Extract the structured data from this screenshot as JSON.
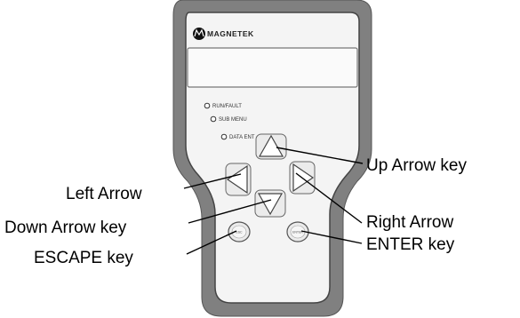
{
  "device": {
    "brand": "MAGNETEK",
    "leds": [
      {
        "label": "RUN/FAULT"
      },
      {
        "label": "SUB MENU"
      },
      {
        "label": "DATA ENT"
      }
    ],
    "keys": {
      "escape": "ESC",
      "enter": "ENTER"
    }
  },
  "callouts": {
    "up_arrow": "Up Arrow key",
    "left_arrow": "Left Arrow",
    "down_arrow": "Down Arrow key",
    "escape": "ESCAPE key",
    "right_arrow": "Right Arrow",
    "enter": "ENTER key"
  },
  "colors": {
    "housing_outer": "#808080",
    "housing_inner": "#f4f4f4",
    "outline": "#555555"
  }
}
